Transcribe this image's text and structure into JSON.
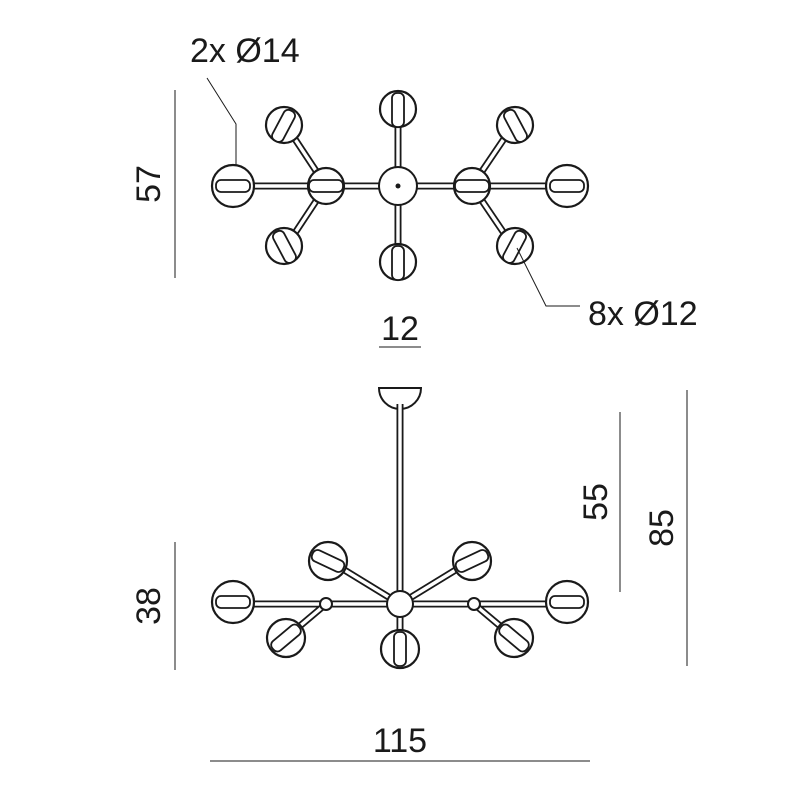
{
  "callouts": {
    "large_globes": "2x Ø14",
    "small_globes": "8x Ø12"
  },
  "dimensions": {
    "top_view_depth": "57",
    "canopy_diameter": "12",
    "drop_length": "55",
    "total_height": "85",
    "body_height": "38",
    "total_width": "115"
  }
}
